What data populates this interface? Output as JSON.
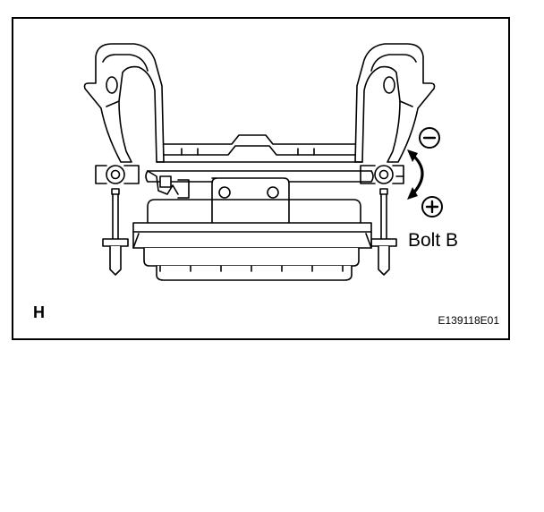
{
  "figure": {
    "letter": "H",
    "code": "E139118E01"
  },
  "callout": {
    "bolt_label": "Bolt B",
    "loosen_symbol": "−",
    "tighten_symbol": "+"
  },
  "colors": {
    "ink": "#000000",
    "paper": "#ffffff"
  }
}
